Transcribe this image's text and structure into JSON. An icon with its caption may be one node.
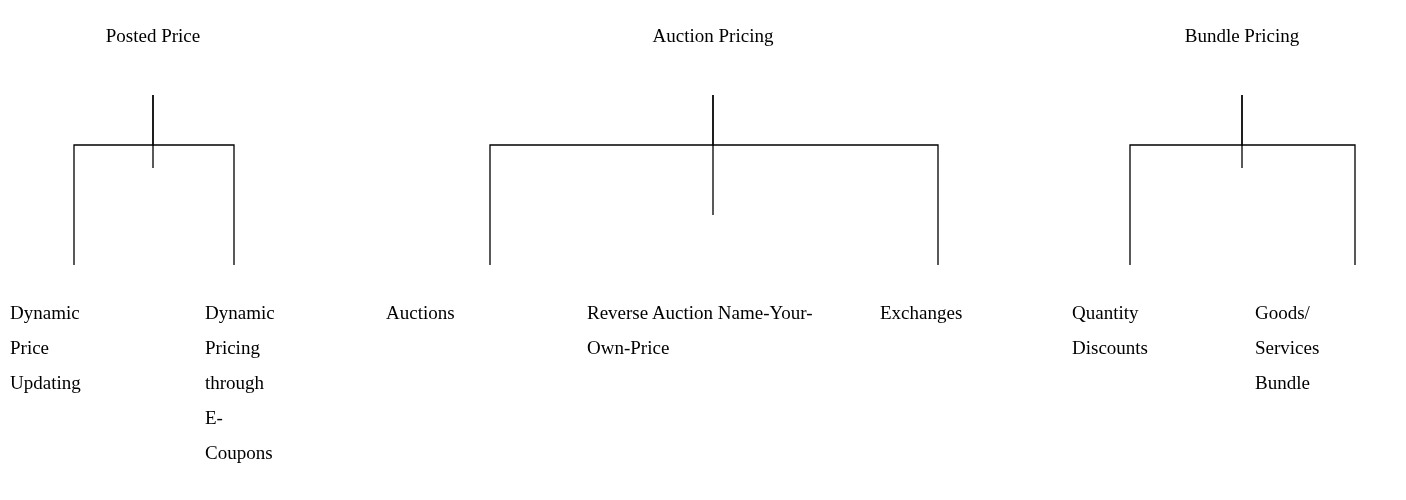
{
  "diagram": {
    "nodes": [
      {
        "text": [
          "Posted Price"
        ]
      },
      {
        "text": [
          "Auction Pricing"
        ]
      },
      {
        "text": [
          "Bundle Pricing"
        ]
      },
      {
        "text": [
          "Dynamic Price Updating"
        ]
      },
      {
        "text": [
          "Dynamic Pricing through E-Coupons"
        ]
      },
      {
        "text": [
          "Auctions"
        ]
      },
      {
        "text": [
          "Reverse Auction Name-Your-Own-Price"
        ]
      },
      {
        "text": [
          "Exchanges"
        ]
      },
      {
        "text": [
          "Quantity Discounts"
        ]
      },
      {
        "text": [
          "Goods/ Services Bundle"
        ]
      }
    ],
    "edges": [
      {
        "from": 0,
        "to": 3,
        "arrow": "none"
      },
      {
        "from": 0,
        "to": 4,
        "arrow": "none"
      },
      {
        "from": 1,
        "to": 5,
        "arrow": "none"
      },
      {
        "from": 1,
        "to": 7,
        "arrow": "none"
      },
      {
        "from": 2,
        "to": 8,
        "arrow": "none"
      },
      {
        "from": 2,
        "to": 9,
        "arrow": "none"
      }
    ]
  }
}
